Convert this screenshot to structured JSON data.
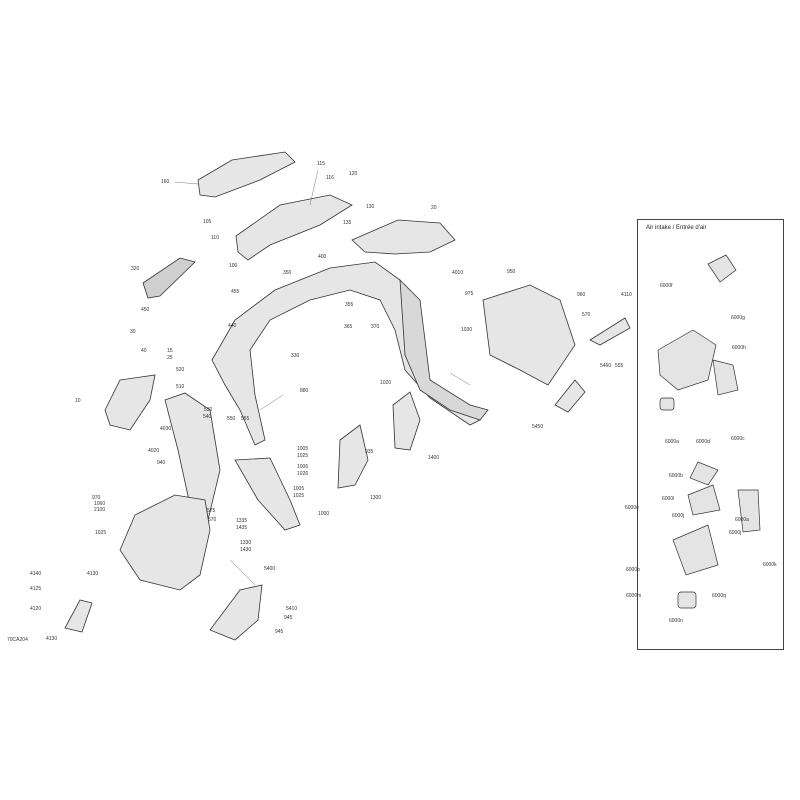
{
  "inset": {
    "title": "Air intake / Entrée d'air"
  },
  "drawing_code": "70CA204",
  "main_labels": [
    "160",
    "115",
    "116",
    "120",
    "130",
    "135",
    "105",
    "110",
    "100",
    "20",
    "320",
    "350",
    "455",
    "400",
    "4010",
    "950",
    "975",
    "960",
    "4110",
    "450",
    "440",
    "355",
    "365",
    "370",
    "1030",
    "570",
    "30",
    "40",
    "15",
    "25",
    "520",
    "510",
    "530",
    "540",
    "550",
    "555",
    "330",
    "5460",
    "555",
    "10",
    "4030",
    "4020",
    "880",
    "1020",
    "1005",
    "1025",
    "1006",
    "1026",
    "1005",
    "1025",
    "1400",
    "935",
    "1300",
    "5450",
    "970",
    "1060",
    "2100",
    "1025",
    "940",
    "1000",
    "575",
    "570",
    "1335",
    "1435",
    "1330",
    "1430",
    "4140",
    "4130",
    "4125",
    "4120",
    "4130",
    "5400",
    "5410",
    "945",
    "945"
  ],
  "inset_labels": [
    "6000f",
    "6000g",
    "6000h",
    "6000a",
    "6000d",
    "6000c",
    "6000b",
    "6000i",
    "6000j",
    "6000e",
    "6000a",
    "6000j",
    "6000k",
    "6000p",
    "6000q",
    "6000m",
    "6000n"
  ]
}
